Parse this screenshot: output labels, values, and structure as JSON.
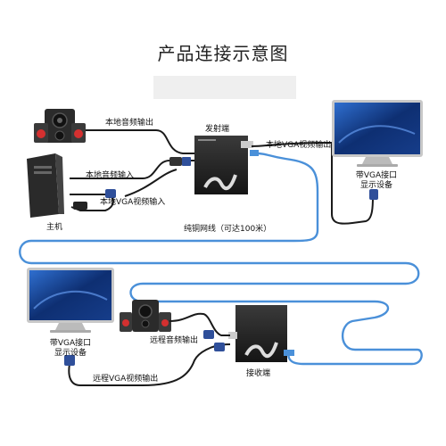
{
  "title": "产品连接示意图",
  "labels": {
    "local_audio_out": "本地音频输出",
    "transmitter": "发射端",
    "local_audio_in": "本地音频输入",
    "local_vga_out": "本地VGA视频输出",
    "local_vga_in": "本地VGA视频输入",
    "host": "主机",
    "monitor_top_line1": "带VGA接口",
    "monitor_top_line2": "显示设备",
    "cable_note": "纯铜网线（可达100米）",
    "monitor_bottom_line1": "带VGA接口",
    "monitor_bottom_line2": "显示设备",
    "remote_audio_out": "远程音频输出",
    "receiver": "接收端",
    "remote_vga_out": "远程VGA视频输出"
  },
  "colors": {
    "lan_cable": "#4a90d9",
    "cable": "#1a1a1a",
    "device_body": "#2a2a2a",
    "screen": "#1b4fa0"
  }
}
